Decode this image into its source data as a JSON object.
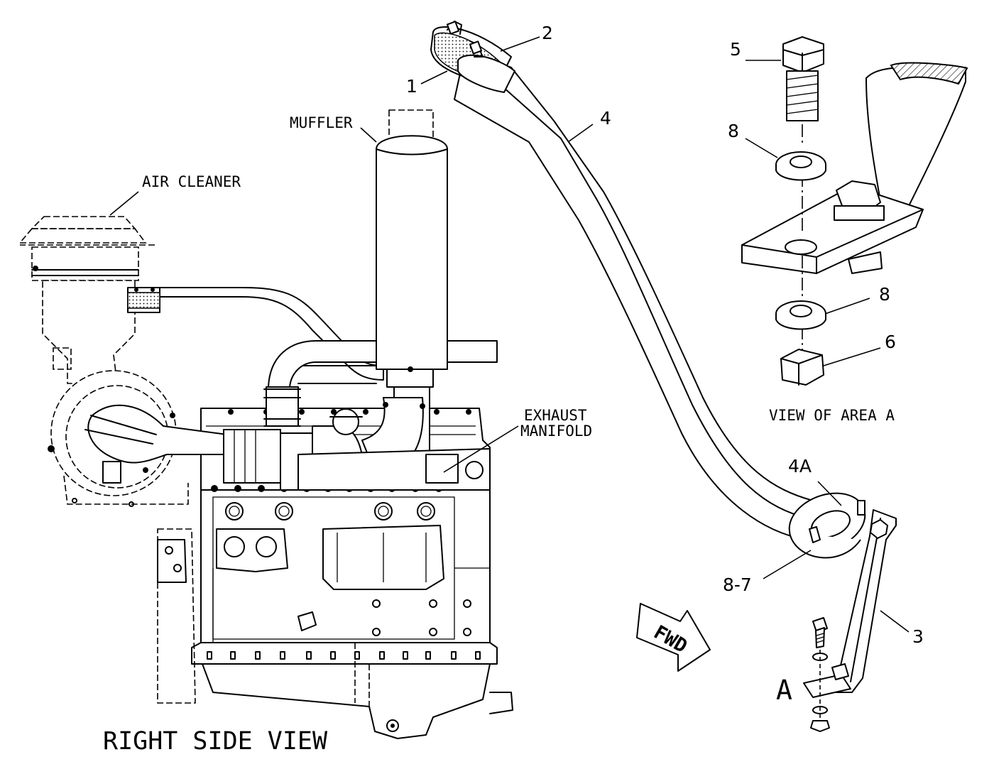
{
  "labels": {
    "muffler": "MUFFLER",
    "air_cleaner": "AIR CLEANER",
    "exhaust_manifold_line1": "EXHAUST",
    "exhaust_manifold_line2": "MANIFOLD",
    "view_of_area": "VIEW OF AREA A",
    "right_side_view": "RIGHT SIDE VIEW",
    "area_marker": "A",
    "fwd": "FWD"
  },
  "callouts": {
    "c1": "1",
    "c2": "2",
    "c3": "3",
    "c4": "4",
    "c4a": "4A",
    "c5": "5",
    "c6": "6",
    "c8_top": "8",
    "c8_bottom": "8",
    "c8_7": "8-7"
  },
  "icons": {
    "fwd_arrow": "forward-direction-arrow-icon"
  }
}
